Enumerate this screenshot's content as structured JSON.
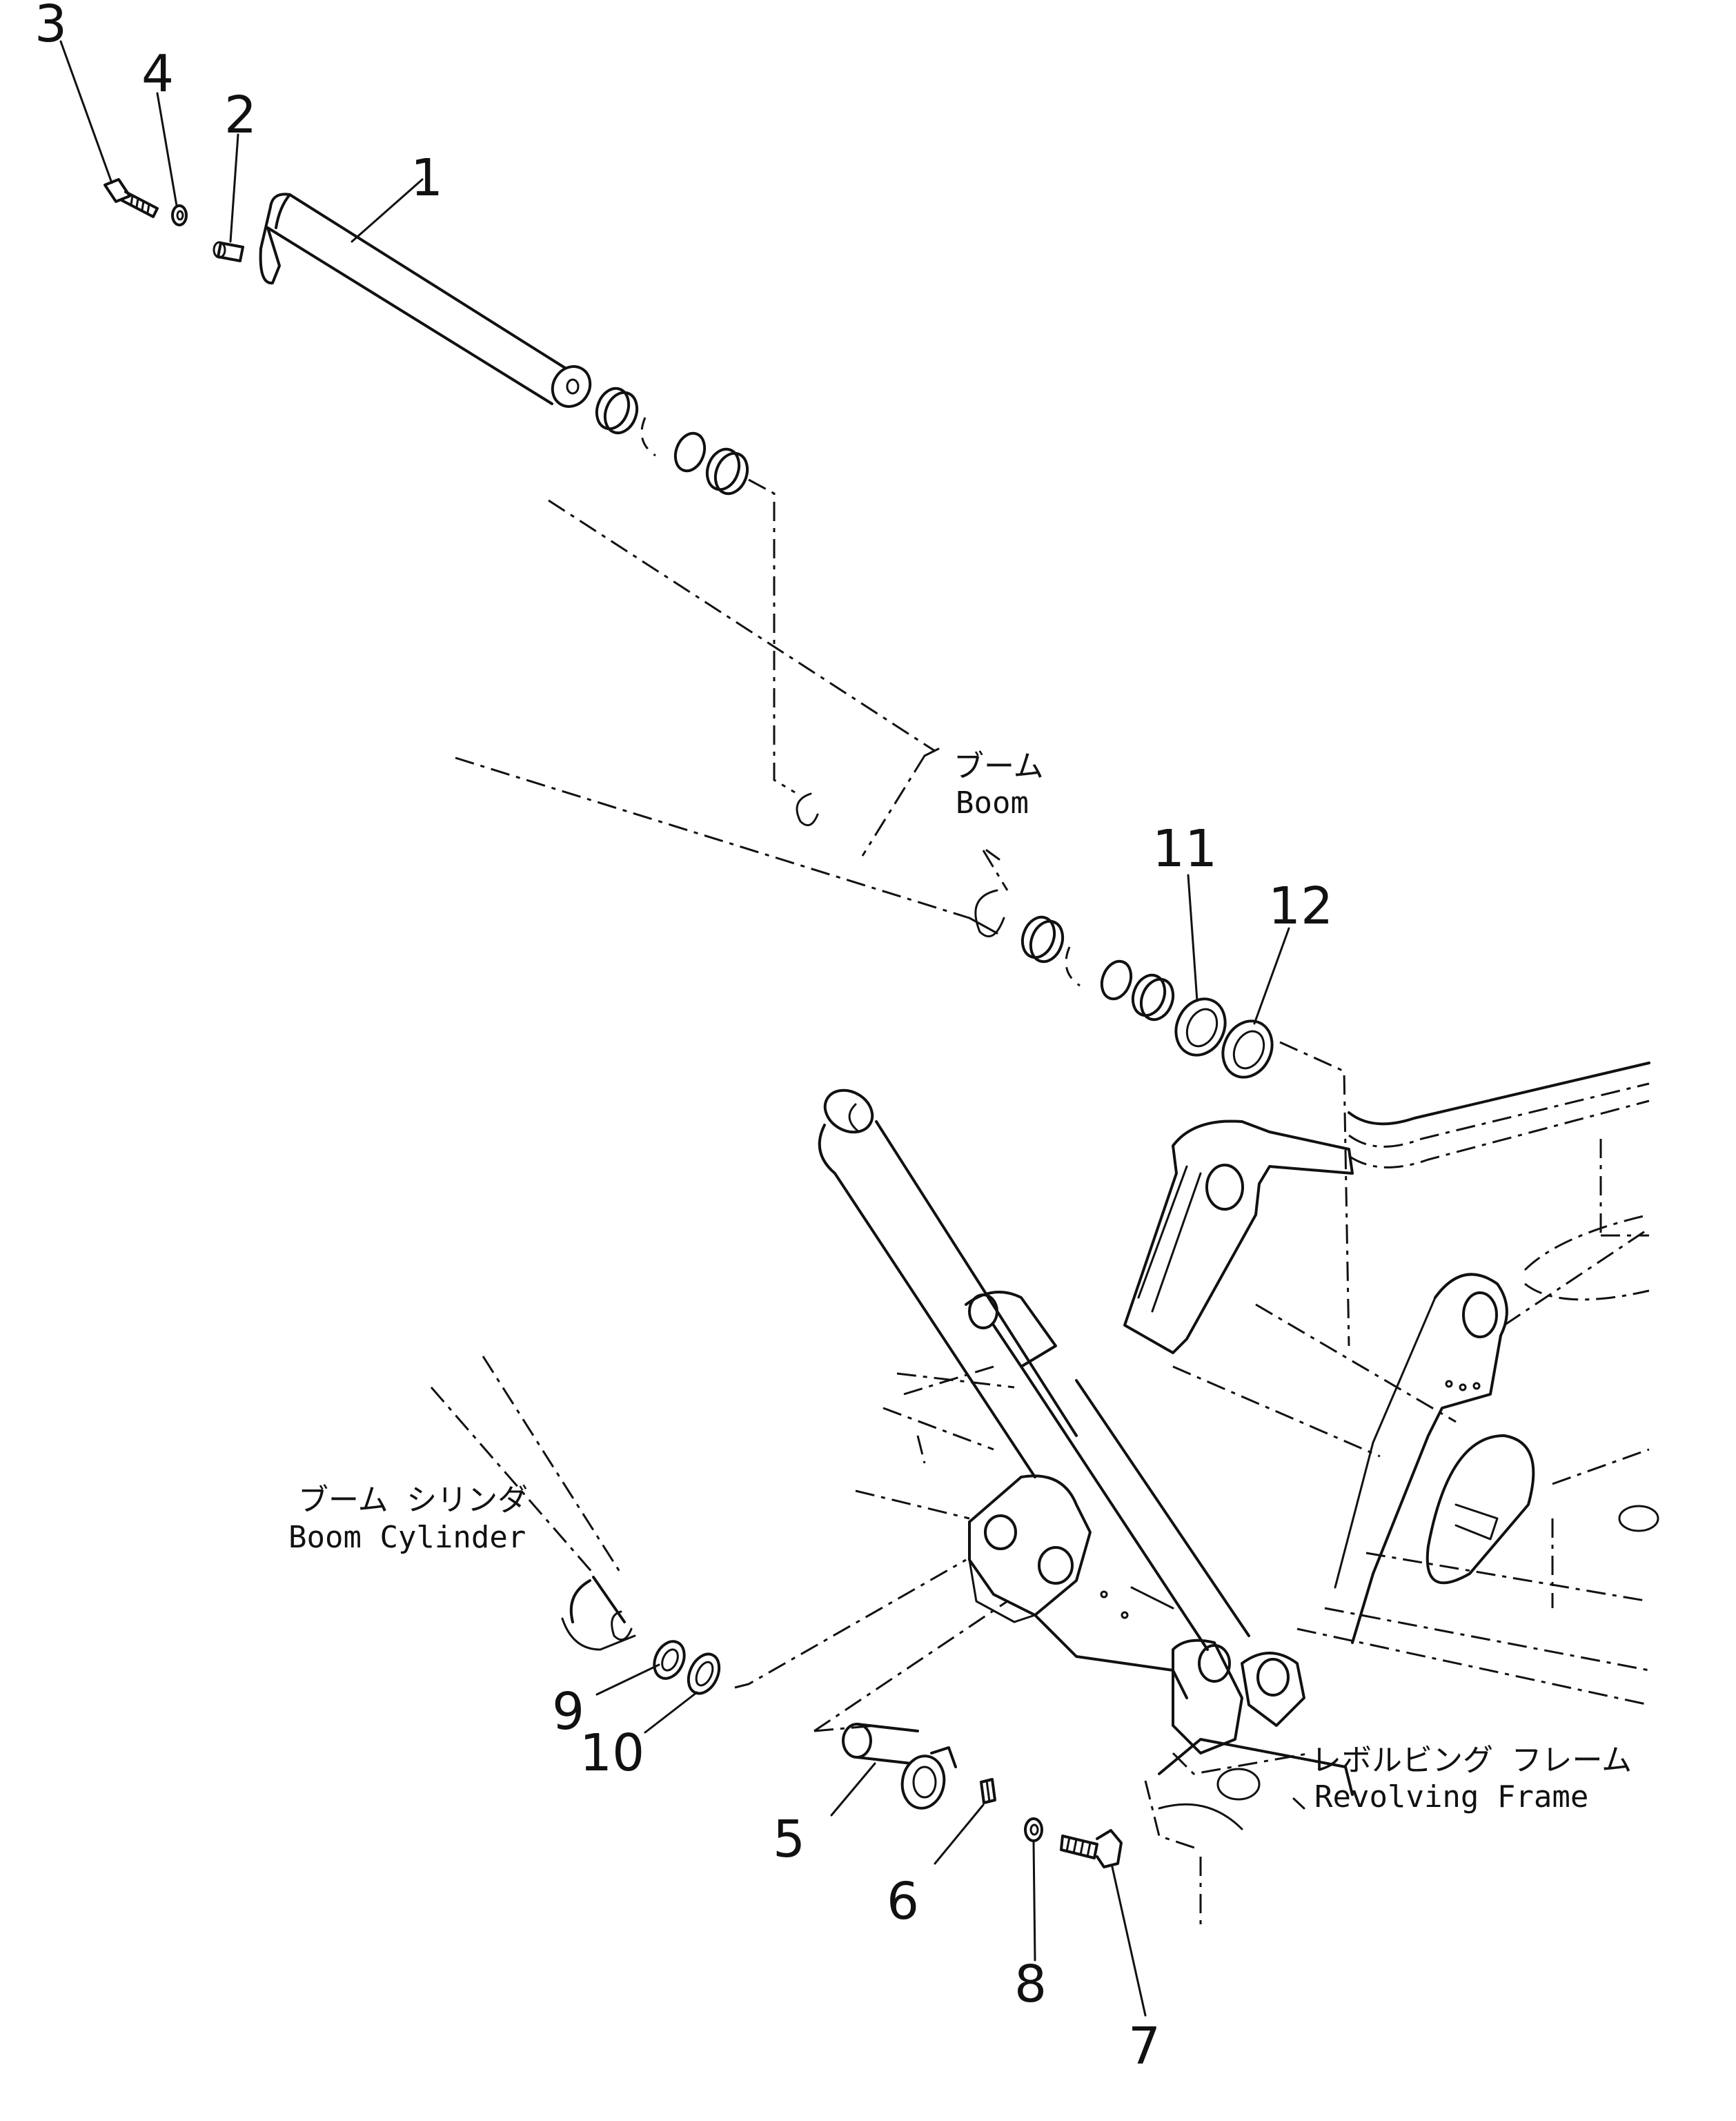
{
  "callouts": {
    "c1": "1",
    "c2": "2",
    "c3": "3",
    "c4": "4",
    "c5": "5",
    "c6": "6",
    "c7": "7",
    "c8": "8",
    "c9": "9",
    "c10": "10",
    "c11": "11",
    "c12": "12"
  },
  "labels": {
    "boom_jp": "ブーム",
    "boom_en": "Boom",
    "boom_cyl_jp": "ブーム シリンダ",
    "boom_cyl_en": "Boom Cylinder",
    "rev_frame_jp": "レボルビング フレーム",
    "rev_frame_en": "Revolving Frame"
  }
}
